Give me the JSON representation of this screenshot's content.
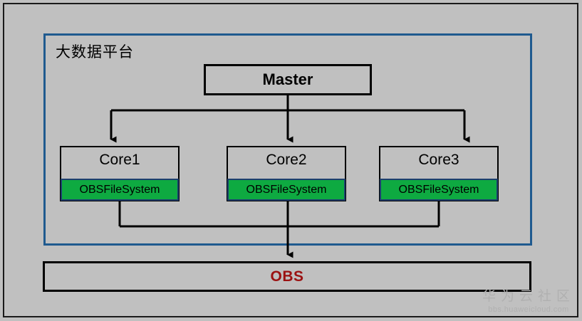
{
  "diagram": {
    "title": "大数据平台",
    "platform_border_color": "#1f5a8f",
    "background_color": "#c0c0c0",
    "master": {
      "label": "Master"
    },
    "cores": [
      {
        "label": "Core1",
        "component": "OBSFileSystem"
      },
      {
        "label": "Core2",
        "component": "OBSFileSystem"
      },
      {
        "label": "Core3",
        "component": "OBSFileSystem"
      }
    ],
    "storage": {
      "label": "OBS",
      "color": "#9b1111"
    },
    "component_color": "#0eaa41",
    "watermark": {
      "brand": "华为云社区",
      "url": "bbs.huaweicloud.com"
    }
  }
}
